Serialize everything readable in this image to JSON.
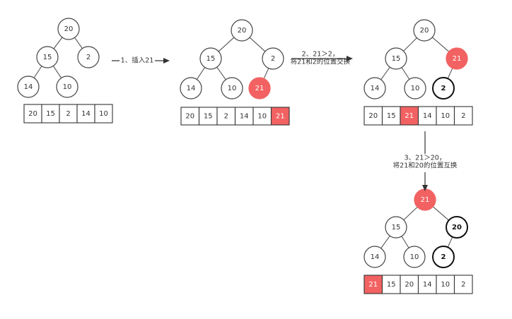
{
  "trees": [
    {
      "nodes": [
        {
          "value": "20",
          "style": "normal"
        },
        {
          "value": "15",
          "style": "normal"
        },
        {
          "value": "2",
          "style": "normal"
        },
        {
          "value": "14",
          "style": "normal"
        },
        {
          "value": "10",
          "style": "normal"
        }
      ],
      "edges": [
        [
          0,
          1
        ],
        [
          0,
          2
        ],
        [
          1,
          3
        ],
        [
          1,
          4
        ]
      ],
      "array": [
        {
          "value": "20",
          "highlight": false
        },
        {
          "value": "15",
          "highlight": false
        },
        {
          "value": "2",
          "highlight": false
        },
        {
          "value": "14",
          "highlight": false
        },
        {
          "value": "10",
          "highlight": false
        }
      ]
    },
    {
      "nodes": [
        {
          "value": "20",
          "style": "normal"
        },
        {
          "value": "15",
          "style": "normal"
        },
        {
          "value": "2",
          "style": "normal"
        },
        {
          "value": "14",
          "style": "normal"
        },
        {
          "value": "10",
          "style": "normal"
        },
        {
          "value": "21",
          "style": "highlight"
        }
      ],
      "edges": [
        [
          0,
          1
        ],
        [
          0,
          2
        ],
        [
          1,
          3
        ],
        [
          1,
          4
        ],
        [
          2,
          5
        ]
      ],
      "array": [
        {
          "value": "20",
          "highlight": false
        },
        {
          "value": "15",
          "highlight": false
        },
        {
          "value": "2",
          "highlight": false
        },
        {
          "value": "14",
          "highlight": false
        },
        {
          "value": "10",
          "highlight": false
        },
        {
          "value": "21",
          "highlight": true
        }
      ]
    },
    {
      "nodes": [
        {
          "value": "20",
          "style": "normal"
        },
        {
          "value": "15",
          "style": "normal"
        },
        {
          "value": "21",
          "style": "highlight"
        },
        {
          "value": "14",
          "style": "normal"
        },
        {
          "value": "10",
          "style": "normal"
        },
        {
          "value": "2",
          "style": "bold"
        }
      ],
      "edges": [
        [
          0,
          1
        ],
        [
          0,
          2
        ],
        [
          1,
          3
        ],
        [
          1,
          4
        ],
        [
          2,
          5
        ]
      ],
      "array": [
        {
          "value": "20",
          "highlight": false
        },
        {
          "value": "15",
          "highlight": false
        },
        {
          "value": "21",
          "highlight": true
        },
        {
          "value": "14",
          "highlight": false
        },
        {
          "value": "10",
          "highlight": false
        },
        {
          "value": "2",
          "highlight": false
        }
      ]
    },
    {
      "nodes": [
        {
          "value": "21",
          "style": "highlight"
        },
        {
          "value": "15",
          "style": "normal"
        },
        {
          "value": "20",
          "style": "bold"
        },
        {
          "value": "14",
          "style": "normal"
        },
        {
          "value": "10",
          "style": "normal"
        },
        {
          "value": "2",
          "style": "bold"
        }
      ],
      "edges": [
        [
          0,
          1
        ],
        [
          0,
          2
        ],
        [
          1,
          3
        ],
        [
          1,
          4
        ],
        [
          2,
          5
        ]
      ],
      "array": [
        {
          "value": "21",
          "highlight": true
        },
        {
          "value": "15",
          "highlight": false
        },
        {
          "value": "20",
          "highlight": false
        },
        {
          "value": "14",
          "highlight": false
        },
        {
          "value": "10",
          "highlight": false
        },
        {
          "value": "2",
          "highlight": false
        }
      ]
    }
  ],
  "steps": [
    {
      "lines": [
        "1、插入21"
      ]
    },
    {
      "lines": [
        "2、21＞2，",
        "将21和2的位置交换"
      ]
    },
    {
      "lines": [
        "3、21＞20，",
        "将21和20的位置互换"
      ]
    }
  ],
  "colors": {
    "highlight": "#f26262",
    "stroke": "#333333"
  }
}
